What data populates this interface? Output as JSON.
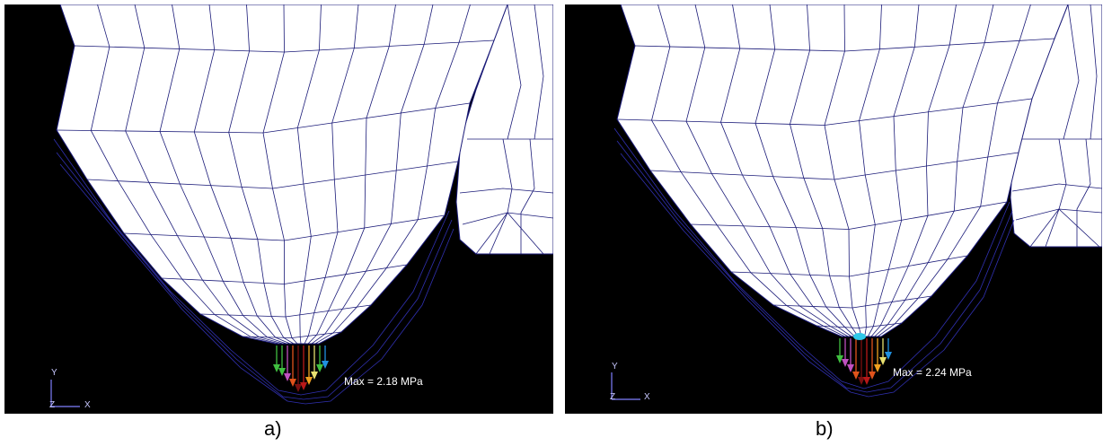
{
  "figure": {
    "panels": [
      {
        "id": "a",
        "caption": "a)",
        "max_label": "Max = 2.18 MPa",
        "triad": {
          "y": "Y",
          "x": "X",
          "z": "Z"
        },
        "colors": {
          "mesh_face": "#ffffff",
          "mesh_line": "#1a1a78",
          "background": "#000000"
        }
      },
      {
        "id": "b",
        "caption": "b)",
        "max_label": "Max = 2.24 MPa",
        "triad": {
          "y": "Y",
          "x": "X",
          "z": "Z"
        },
        "colors": {
          "mesh_face": "#ffffff",
          "mesh_line": "#1a1a78",
          "background": "#000000"
        }
      }
    ],
    "arrow_colors": [
      "#7a1010",
      "#b81818",
      "#e0531b",
      "#f0a020",
      "#e8e070",
      "#c050c0",
      "#40c040",
      "#2090e0"
    ]
  }
}
